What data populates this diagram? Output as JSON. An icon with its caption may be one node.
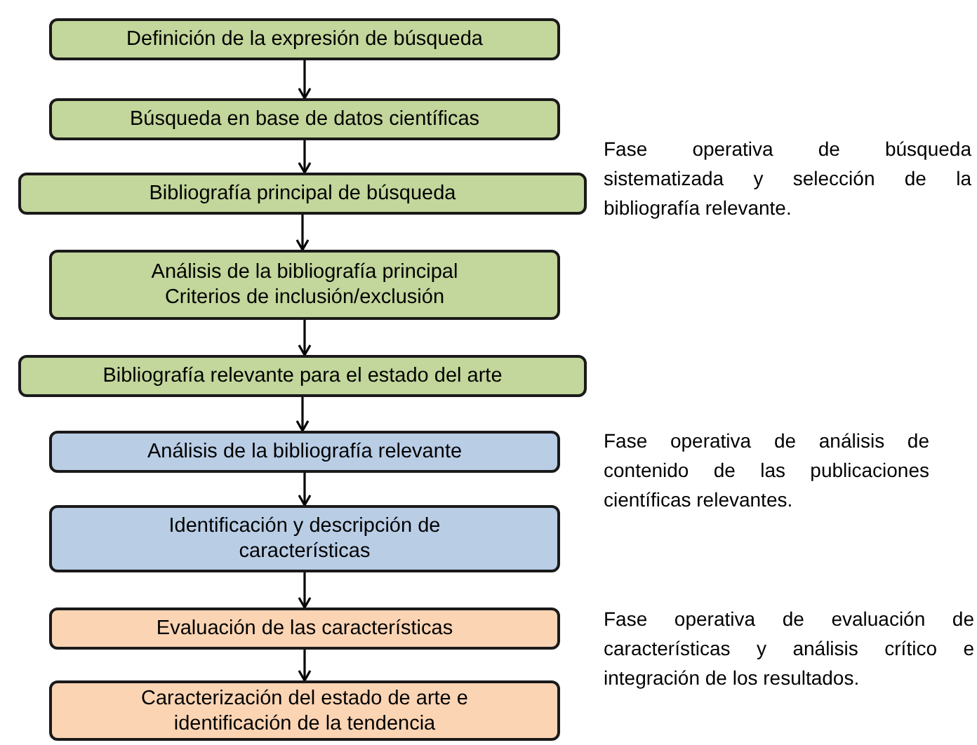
{
  "diagram": {
    "nodes": [
      {
        "text": [
          "Definición de la expresión de búsqueda"
        ]
      },
      {
        "text": [
          "Búsqueda en base de datos científicas"
        ]
      },
      {
        "text": [
          "Bibliografía principal de búsqueda"
        ]
      },
      {
        "text": [
          "Análisis de la bibliografía principal",
          "Criterios de inclusión/exclusión"
        ]
      },
      {
        "text": [
          "Bibliografía relevante para el estado del arte"
        ]
      },
      {
        "text": [
          "Análisis de la bibliografía relevante"
        ]
      },
      {
        "text": [
          "Identificación y descripción de características"
        ]
      },
      {
        "text": [
          "Evaluación de las características"
        ]
      },
      {
        "text": [
          "Caracterización del estado de arte e identificación de la tendencia"
        ]
      }
    ],
    "edges": [
      {
        "from": 0,
        "to": 1,
        "arrow": "to"
      },
      {
        "from": 1,
        "to": 2,
        "arrow": "to"
      },
      {
        "from": 2,
        "to": 3,
        "arrow": "to"
      },
      {
        "from": 3,
        "to": 4,
        "arrow": "to"
      },
      {
        "from": 4,
        "to": 5,
        "arrow": "to"
      },
      {
        "from": 5,
        "to": 6,
        "arrow": "to"
      },
      {
        "from": 6,
        "to": 7,
        "arrow": "to"
      },
      {
        "from": 7,
        "to": 8,
        "arrow": "to"
      }
    ],
    "labels": [
      "Fase operativa de búsqueda sistematizada y selección de la bibliografía relevante.",
      "Fase operativa de análisis de contenido de las publicaciones científicas relevantes.",
      "Fase operativa de evaluación de características y análisis crítico e integración de los resultados."
    ]
  }
}
